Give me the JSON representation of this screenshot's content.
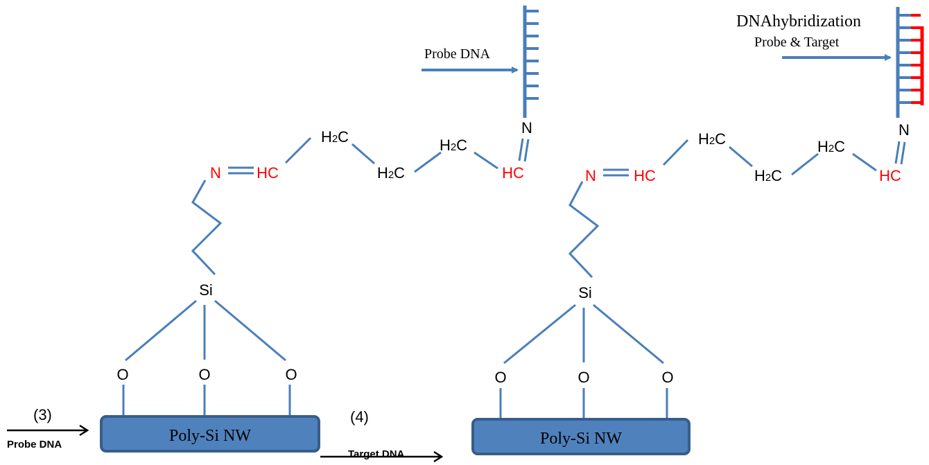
{
  "colors": {
    "bond": "#4a7ebb",
    "nanowire_fill": "#4f81bd",
    "nanowire_border": "#385d8a",
    "imine": "#ff0000",
    "target_strand": "#ff0000",
    "text": "#000000"
  },
  "steps": {
    "step3": {
      "number": "(3)",
      "label": "Probe DNA"
    },
    "step4": {
      "number": "(4)",
      "label": "Target DNA"
    }
  },
  "left_structure": {
    "nanowire_label": "Poly-Si NW",
    "oxygen_atoms": [
      "O",
      "O",
      "O"
    ],
    "silicon": "Si",
    "imine_nitrogen": "N",
    "imine_carbon": "HC",
    "methylenes": [
      "H2C",
      "H2C",
      "H2C"
    ],
    "terminal_carbon": "HC",
    "terminal_nitrogen": "N",
    "probe_label": "Probe DNA"
  },
  "right_structure": {
    "nanowire_label": "Poly-Si NW",
    "oxygen_atoms": [
      "O",
      "O",
      "O"
    ],
    "silicon": "Si",
    "imine_nitrogen": "N",
    "imine_carbon": "HC",
    "methylenes": [
      "H2C",
      "H2C",
      "H2C"
    ],
    "terminal_carbon": "HC",
    "terminal_nitrogen": "N",
    "hybridization_title": "DNAhybridization",
    "hybridization_subtitle": "Probe & Target"
  }
}
